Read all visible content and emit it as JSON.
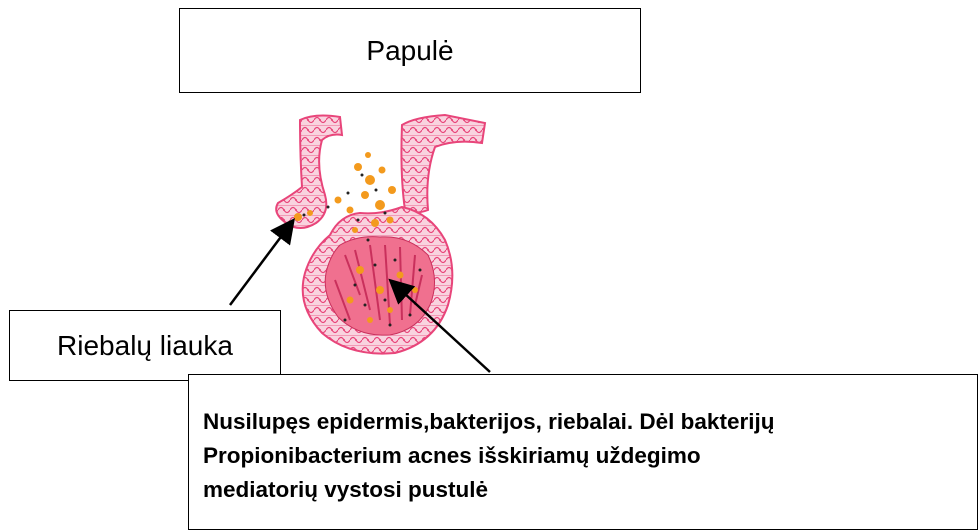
{
  "title": "Papulė",
  "label": "Riebalų liauka",
  "description_lines": [
    "Nusilupęs epidermis,bakterijos, riebalai. Dėl bakterijų",
    "Propionibacterium acnes išskiriamų uždegimo",
    "mediatorių vystosi pustulė"
  ],
  "colors": {
    "tissue": "#e8457a",
    "cell_fill": "#f7c6d6",
    "sebum": "#f39a1d",
    "bacteria": "#222222"
  }
}
